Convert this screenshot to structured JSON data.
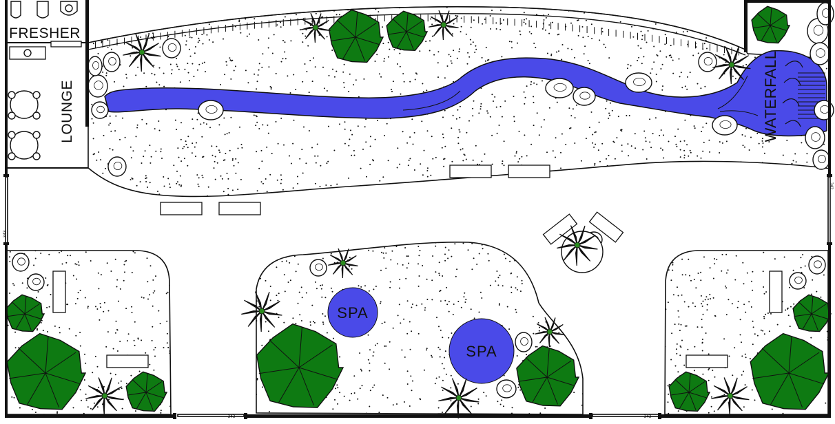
{
  "labels": {
    "fresher": "FRESHER",
    "lounge": "LOUNGE",
    "waterfall": "WATERFALL",
    "spa_1": "SPA",
    "spa_2": "SPA",
    "door_tag": "343"
  },
  "colors": {
    "water": "#4a4ae8",
    "foliage": "#0e7a12",
    "palm_center": "#2a8a1e",
    "wall": "#111111",
    "gravel": "#111111",
    "background": "#ffffff"
  },
  "icons": {
    "palm": "palm-tree-icon",
    "bush": "round-bush-icon",
    "rock": "boulder-icon",
    "table": "round-table-icon",
    "toilet": "toilet-icon",
    "sink": "sink-icon",
    "bench": "bench-icon",
    "lounger": "sun-lounger-icon"
  }
}
